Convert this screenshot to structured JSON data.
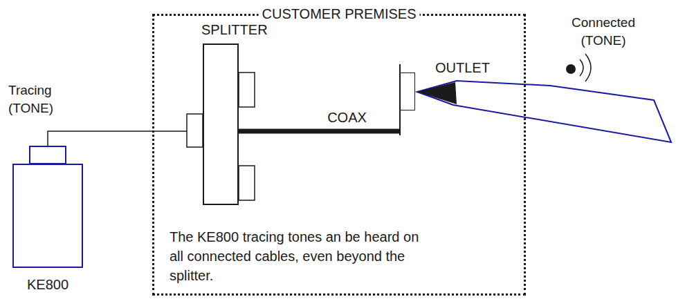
{
  "diagram": {
    "nodes": [
      {
        "text": [
          "CUSTOMER PREMISES",
          "The KE800 tracing tones an be heard on all connected cables, even beyond the splitter."
        ]
      },
      {
        "text": [
          "SPLITTER"
        ],
        "in": 0
      },
      {
        "text": [
          "OUTLET"
        ],
        "in": 0
      },
      {
        "text": [
          "KE800"
        ]
      }
    ],
    "edges": [
      {
        "from": 3,
        "to": 1,
        "arrow": "none"
      },
      {
        "from": 1,
        "to": 2,
        "label": "COAX",
        "arrow": "none"
      }
    ],
    "labels": [
      "Tracing (TONE)",
      "Connected (TONE)"
    ]
  }
}
